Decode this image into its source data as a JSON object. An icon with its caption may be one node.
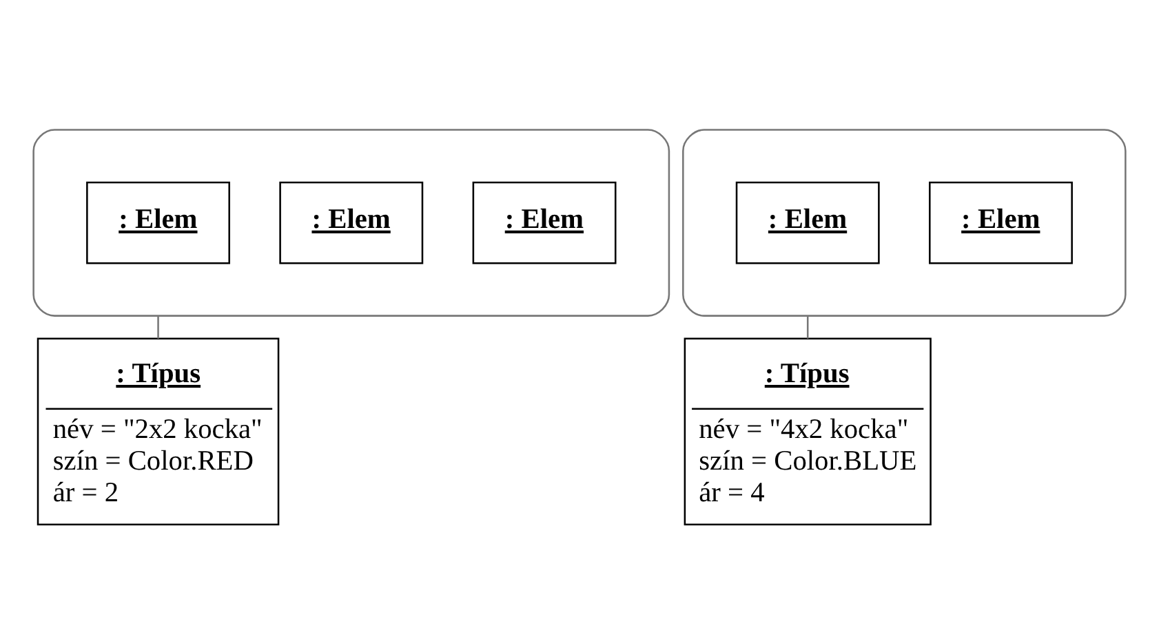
{
  "diagram": {
    "nodes": [
      {
        "text": [],
        "shape": "ellipse"
      },
      {
        "text": [
          ": Elem"
        ],
        "in": 0
      },
      {
        "text": [
          ": Elem"
        ],
        "in": 0
      },
      {
        "text": [
          ": Elem"
        ],
        "in": 0
      },
      {
        "text": [
          ": Típus",
          "név = \"2x2 kocka\"",
          "szín = Color.RED",
          "ár = 2"
        ]
      },
      {
        "text": [],
        "shape": "ellipse"
      },
      {
        "text": [
          ": Elem"
        ],
        "in": 5
      },
      {
        "text": [
          ": Elem"
        ],
        "in": 5
      },
      {
        "text": [
          ": Típus",
          "név = \"4x2 kocka\"",
          "szín = Color.BLUE",
          "ár = 4"
        ]
      }
    ],
    "edges": [
      {
        "from": 0,
        "to": 4,
        "arrow": "none"
      },
      {
        "from": 5,
        "to": 8,
        "arrow": "none"
      }
    ]
  }
}
